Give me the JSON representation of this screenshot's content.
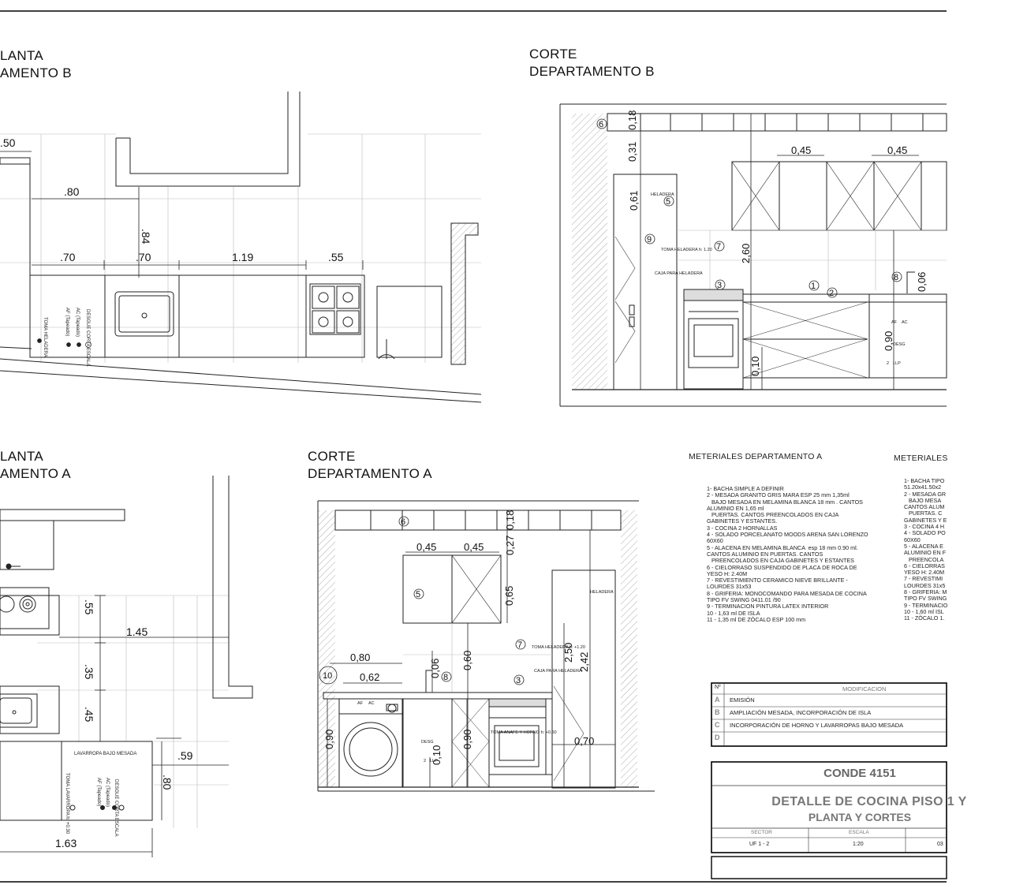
{
  "titles": {
    "plan_b": [
      "LANTA",
      "AMENTO B"
    ],
    "section_b": [
      "CORTE",
      "DEPARTAMENTO B"
    ],
    "plan_a": [
      "LANTA",
      "AMENTO A"
    ],
    "section_a": [
      "CORTE",
      "DEPARTAMENTO A"
    ]
  },
  "plan_b_dims": [
    ".50",
    ".80",
    ".84",
    ".70",
    ".70",
    "1.19",
    ".55"
  ],
  "plan_b_labels": [
    "TOMA HELADERA",
    "AF (Tapeado)",
    "AC (Tapeado)",
    "DESGUE CORTA ESCALA"
  ],
  "section_b_dims": [
    "0,18",
    "0,31",
    "0,45",
    "0,45",
    "0,61",
    "2,60",
    "0,06",
    "0,90",
    "0,10"
  ],
  "section_b_labels": [
    "HELADERA",
    "TOMA HELADERA h: 1.20",
    "CAJA PARA HELADERA",
    "AF",
    "AC",
    "DESG",
    "2",
    "LLP"
  ],
  "section_b_marks": [
    "6",
    "5",
    "9",
    "7",
    "3",
    "1",
    "2",
    "8"
  ],
  "plan_a_dims": [
    ".55",
    "1.45",
    ".35",
    ".45",
    ".59",
    ".80",
    "1.63"
  ],
  "plan_a_labels": [
    "LAVARROPA BAJO MESADA",
    "TOMA LAVARROPA h: +0.30",
    "AF (Tapeado)",
    "AC (Tapeado)",
    "DESGUE CORTA ESCALA"
  ],
  "section_a_dims": [
    "0,45",
    "0,45",
    "0,18",
    "0,27",
    "0,65",
    "0,80",
    "0,62",
    "0,06",
    "0,60",
    "2,50",
    "2,42",
    "0,90",
    "0,90",
    "0,10",
    "0,70"
  ],
  "section_a_labels": [
    "HELADERA",
    "TOMA HELADERA h: +1.20",
    "CAJA PARA HELADERA",
    "TOMA ANAFE Y HORNO h: +0.60",
    "AF",
    "AC",
    "DESG",
    "2",
    "LLP"
  ],
  "section_a_marks": [
    "6",
    "5",
    "7",
    "10",
    "8",
    "3"
  ],
  "materials_a": {
    "heading": "METERIALES DEPARTAMENTO A",
    "items": [
      "1- BACHA SIMPLE A DEFINIR",
      "2 - MESADA GRANITO GRIS MARA ESP 25 mm 1,35ml",
      "   BAJO MESADA EN MELAMINA BLANCA 18 mm . CANTOS",
      "ALUMINIO EN 1,65 ml",
      "   PUERTAS. CANTOS PREENCOLADOS EN CAJA",
      "GABINETES Y ESTANTES.",
      "3 - COCINA 2 HORNALLAS",
      "4 - SOLADO PORCELANATO MOODS ARENA SAN LORENZO",
      "60X60",
      "5 - ALACENA EN MELAMINA BLANCA  esp 18 mm 0.90 ml.",
      "CANTOS ALUMINIO EN PUERTAS. CANTOS",
      "   PREENCOLADOS EN CAJA GABINETES Y ESTANTES",
      "6 - CIELORRASO SUSPENDIDO DE PLACA DE ROCA DE",
      "YESO H: 2.40M",
      "7 - REVESTIMIENTO CERAMICO NIEVE BRILLANTE -",
      "LOURDES 31x53",
      "8 - GRIFERIA: MONOCOMANDO PARA MESADA DE COCINA",
      "TIPO FV SWING 0411.01 /90",
      "9 - TERMINACION PINTURA LATEX INTERIOR",
      "10 - 1,63 ml DE ISLA",
      "11 - 1,35 ml DE ZÓCALO ESP 100 mm"
    ]
  },
  "materials_b": {
    "heading": "METERIALES",
    "items": [
      "1- BACHA TIPO",
      "51.20x41.50x2",
      "2 - MESADA GR",
      "   BAJO MESA",
      "CANTOS ALUM",
      "   PUERTAS. C",
      "GABINETES Y E",
      "3 - COCINA 4 H",
      "4 - SOLADO PO",
      "60X60",
      "5 - ALACENA E",
      "ALUMINIO EN F",
      "   PREENCOLA",
      "6 - CIELORRAS",
      "YESO H: 2.40M",
      "7 - REVESTIMI",
      "LOURDES 31x5",
      "8 - GRIFERIA: M",
      "TIPO FV SWING",
      "9 - TERMINACIO",
      "10 - 1,60 ml ISL",
      "11 - ZÓCALO 1."
    ]
  },
  "modifications": {
    "header_no": "Nº",
    "header": "MODIFICACION",
    "rows": [
      {
        "letter": "A",
        "text": "EMISIÓN"
      },
      {
        "letter": "B",
        "text": "AMPLIACIÓN MESADA, INCORPORACIÓN DE ISLA"
      },
      {
        "letter": "C",
        "text": "INCORPORACIÓN DE HORNO Y LAVARROPAS BAJO MESADA"
      },
      {
        "letter": "D",
        "text": ""
      }
    ]
  },
  "title_block": {
    "project": "CONDE 4151",
    "title_line1": "DETALLE DE COCINA PISO 1 Y",
    "title_line2": "PLANTA Y CORTES",
    "sector_label": "SECTOR",
    "sector_value": "UF 1 - 2",
    "scale_label": "ESCALA",
    "scale_value": "1:20",
    "sheet_value": "03"
  }
}
